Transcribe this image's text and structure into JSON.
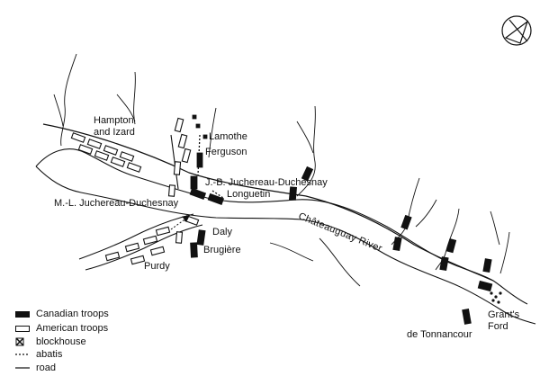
{
  "labels": {
    "hampton_izard": "Hampton\nand Izard",
    "lamothe": "Lamothe",
    "ferguson": "Ferguson",
    "jb_juchereau": "J.-B. Juchereau-Duchesnay",
    "longuetin": "Longuetin",
    "ml_juchereau": "M.-L. Juchereau-Duchesnay",
    "daly": "Daly",
    "brugiere": "Brugière",
    "purdy": "Purdy",
    "river": "Châteauguay River",
    "de_tonnancour": "de Tonnancour",
    "grants_ford": "Grant's\nFord"
  },
  "legend": {
    "canadian": "Canadian troops",
    "american": "American troops",
    "blockhouse": "blockhouse",
    "abatis": "abatis",
    "road": "road"
  },
  "colors": {
    "ink": "#111111",
    "background": "#ffffff"
  },
  "compass_icon": "compass-rose-icon"
}
